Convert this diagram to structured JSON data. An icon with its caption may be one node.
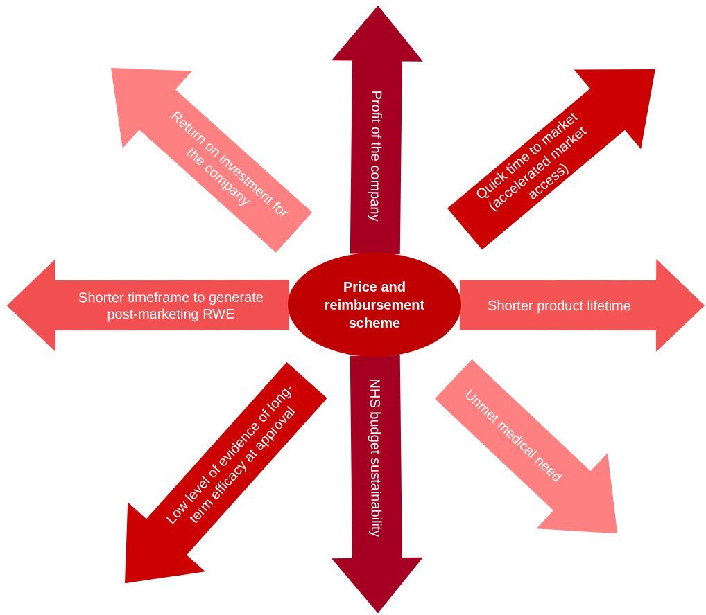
{
  "diagram": {
    "nodes": [
      {
        "text": [
          "Profit of the company"
        ]
      },
      {
        "text": [
          "Return on investment for the company"
        ]
      },
      {
        "text": [
          "Quick time to market (accelerated market access)"
        ]
      },
      {
        "text": [
          "Shorter timeframe to generate post-marketing RWE"
        ]
      },
      {
        "text": [
          "Price and reimbursement scheme"
        ]
      },
      {
        "text": [
          "Shorter product lifetime"
        ]
      },
      {
        "text": [
          "Low level of evidence of long-term efficacy at approval"
        ]
      },
      {
        "text": [
          "NHS budget sustainability"
        ]
      },
      {
        "text": [
          "Unmet medical need"
        ]
      }
    ]
  }
}
